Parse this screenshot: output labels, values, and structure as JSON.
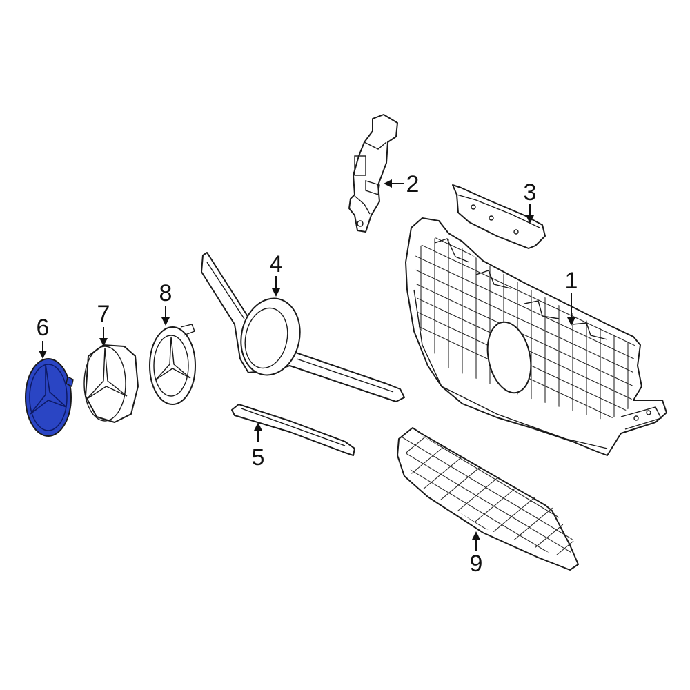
{
  "diagram": {
    "highlight_color": "#2a45c4",
    "line_color": "#1a1a1a",
    "parts": [
      {
        "id": "1",
        "label": "1",
        "name": "grille-assembly"
      },
      {
        "id": "2",
        "label": "2",
        "name": "bracket"
      },
      {
        "id": "3",
        "label": "3",
        "name": "reinforcement"
      },
      {
        "id": "4",
        "label": "4",
        "name": "emblem-bar"
      },
      {
        "id": "5",
        "label": "5",
        "name": "trim-strip"
      },
      {
        "id": "6",
        "label": "6",
        "name": "star-emblem-highlighted"
      },
      {
        "id": "7",
        "label": "7",
        "name": "emblem-base"
      },
      {
        "id": "8",
        "label": "8",
        "name": "emblem-carrier"
      },
      {
        "id": "9",
        "label": "9",
        "name": "lower-mesh-grille"
      }
    ]
  }
}
